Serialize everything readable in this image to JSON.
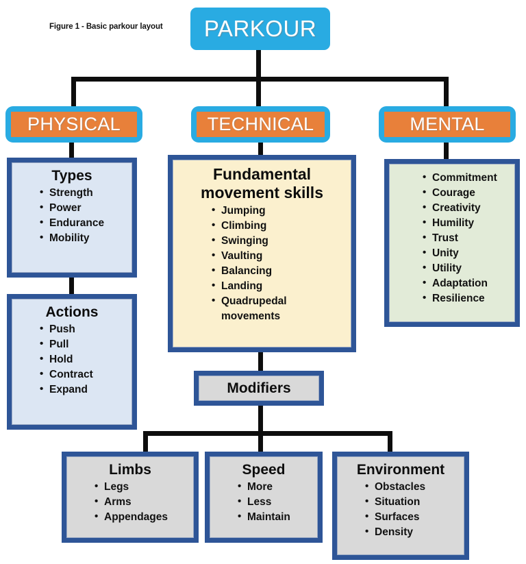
{
  "figure": {
    "caption": "Figure 1 - Basic parkour layout"
  },
  "colors": {
    "root_fill": "#29ABE2",
    "category_border": "#29ABE2",
    "category_fill": "#E8803A",
    "box_border": "#2E5597",
    "fill_light_blue": "#DCE6F3",
    "fill_cream": "#FBF0CE",
    "fill_green": "#E2EBD8",
    "fill_grey": "#D9D9D9",
    "connector": "#0D0D0D",
    "text_dark": "#111111",
    "text_light": "#FFFFFF"
  },
  "root": {
    "label": "PARKOUR"
  },
  "categories": {
    "physical": {
      "label": "PHYSICAL"
    },
    "technical": {
      "label": "TECHNICAL"
    },
    "mental": {
      "label": "MENTAL"
    }
  },
  "physical": {
    "types": {
      "title": "Types",
      "items": [
        "Strength",
        "Power",
        "Endurance",
        "Mobility"
      ]
    },
    "actions": {
      "title": "Actions",
      "items": [
        "Push",
        "Pull",
        "Hold",
        "Contract",
        "Expand"
      ]
    }
  },
  "technical": {
    "skills": {
      "title": "Fundamental movement skills",
      "title_line1": "Fundamental",
      "title_line2": "movement skills",
      "items": [
        "Jumping",
        "Climbing",
        "Swinging",
        "Vaulting",
        "Balancing",
        "Landing",
        "Quadrupedal"
      ],
      "last_item_wrap": "movements"
    },
    "modifiers": {
      "title": "Modifiers"
    },
    "limbs": {
      "title": "Limbs",
      "items": [
        "Legs",
        "Arms",
        "Appendages"
      ]
    },
    "speed": {
      "title": "Speed",
      "items": [
        "More",
        "Less",
        "Maintain"
      ]
    },
    "environment": {
      "title": "Environment",
      "items": [
        "Obstacles",
        "Situation",
        "Surfaces",
        "Density"
      ]
    }
  },
  "mental": {
    "attributes": {
      "items": [
        "Commitment",
        "Courage",
        "Creativity",
        "Humility",
        "Trust",
        "Unity",
        "Utility",
        "Adaptation",
        "Resilience"
      ]
    }
  }
}
